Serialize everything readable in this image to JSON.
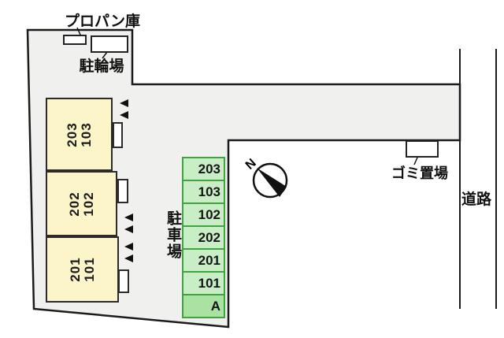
{
  "title": "apartment-site-plan",
  "labels": {
    "propane": "プロパン庫",
    "bicycle_parking": "駐輪場",
    "parking_lot": "駐車場",
    "garbage": "ゴミ置場",
    "road": "道路"
  },
  "compass": {
    "north": "N"
  },
  "buildings": [
    {
      "upper": "203",
      "lower": "103"
    },
    {
      "upper": "202",
      "lower": "102"
    },
    {
      "upper": "201",
      "lower": "101"
    }
  ],
  "parking_spaces": [
    "203",
    "103",
    "102",
    "202",
    "201",
    "101",
    "A"
  ],
  "colors": {
    "background": "#ffffff",
    "site_fill": "#f0f0ee",
    "outline": "#1b1b1b",
    "building_fill": "#fcf5ca",
    "building_border": "#2b2b2b",
    "parking_fill": "#c9eec6",
    "parking_fill_a": "#a9e2a1",
    "parking_border": "#3fa33f",
    "text": "#111111"
  }
}
